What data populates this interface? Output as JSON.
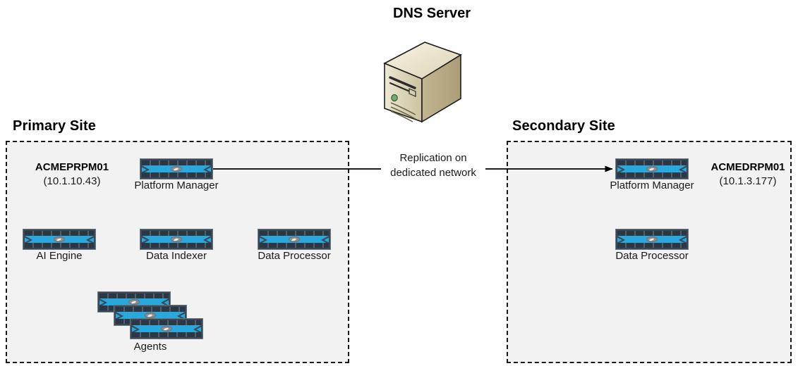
{
  "diagram": {
    "title": "DNS Server",
    "dns_server": {
      "label": "DNS Server",
      "icon": "tower-server-icon"
    },
    "connector": {
      "label_line1": "Replication on",
      "label_line2": "dedicated network",
      "direction": "primary-to-secondary",
      "arrow": "arrowhead-right-icon"
    },
    "sites": [
      {
        "id": "primary",
        "title": "Primary Site",
        "host": {
          "name": "ACMEPRPM01",
          "ip": "(10.1.10.43)"
        },
        "nodes": [
          {
            "id": "platform-manager",
            "label": "Platform Manager",
            "icon": "network-appliance-icon"
          },
          {
            "id": "ai-engine",
            "label": "AI Engine",
            "icon": "network-appliance-icon"
          },
          {
            "id": "data-indexer",
            "label": "Data Indexer",
            "icon": "network-appliance-icon"
          },
          {
            "id": "data-processor",
            "label": "Data Processor",
            "icon": "network-appliance-icon"
          }
        ],
        "stack": {
          "id": "agents",
          "label": "Agents",
          "icon": "network-appliance-stack-icon",
          "count": 3
        }
      },
      {
        "id": "secondary",
        "title": "Secondary Site",
        "host": {
          "name": "ACMEDRPM01",
          "ip": "(10.1.3.177)"
        },
        "nodes": [
          {
            "id": "platform-manager",
            "label": "Platform Manager",
            "icon": "network-appliance-icon"
          },
          {
            "id": "data-processor",
            "label": "Data Processor",
            "icon": "network-appliance-icon"
          }
        ]
      }
    ],
    "colors": {
      "appliance_blue": "#29a8de",
      "appliance_frame": "#3a4856",
      "site_fill": "#f2f2f2",
      "site_border": "#1a1a1a",
      "server_body": "#c9bd95",
      "server_light": "#5aa05a",
      "line": "#000000"
    }
  }
}
